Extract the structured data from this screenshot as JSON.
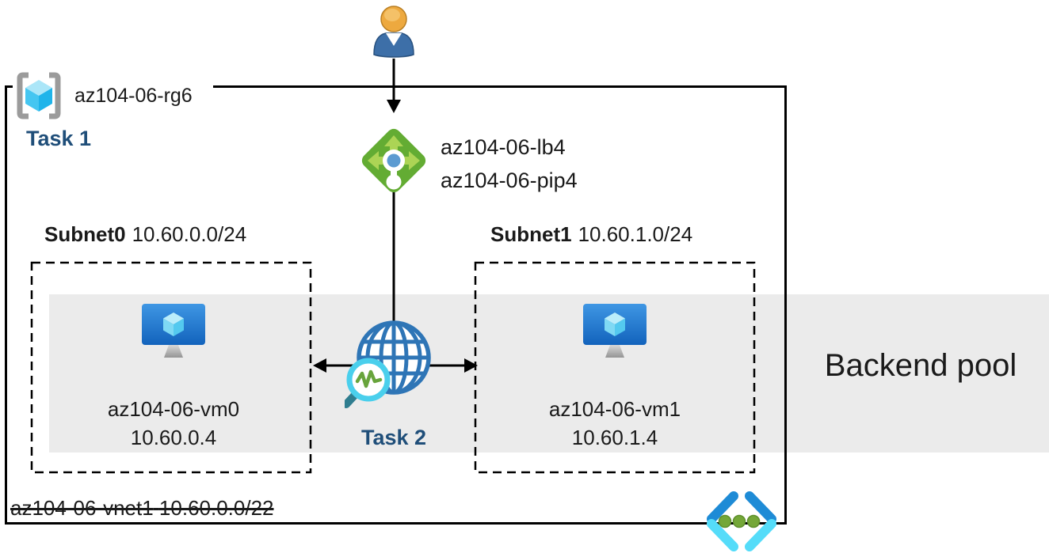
{
  "resource_group": {
    "name": "az104-06-rg6",
    "task": "Task 1"
  },
  "load_balancer": {
    "name": "az104-06-lb4",
    "public_ip": "az104-06-pip4"
  },
  "subnet0": {
    "name": "Subnet0",
    "cidr": "10.60.0.0/24",
    "vm": {
      "name": "az104-06-vm0",
      "ip": "10.60.0.4"
    }
  },
  "subnet1": {
    "name": "Subnet1",
    "cidr": "10.60.1.0/24",
    "vm": {
      "name": "az104-06-vm1",
      "ip": "10.60.1.4"
    }
  },
  "task2": "Task 2",
  "backend_pool": "Backend pool",
  "vnet": {
    "name": "az104-06-vnet1",
    "cidr": "10.60.0.0/22"
  },
  "icons": {
    "resource-group-icon": "gray brackets around cyan 3D cube",
    "user-icon": "person with orange head and blue torso",
    "load-balancer-icon": "green diamond with arrows and probe dots",
    "vm-icon": "blue monitor with cyan cube and gray stand",
    "globe-search-icon": "blue wireframe globe with cyan magnifier and green pulse",
    "virtual-network-icon": "blue angle brackets with three green dots"
  },
  "colors": {
    "backend_band": "#EBEBEB",
    "task_text": "#1F4E79",
    "lb_green": "#63AC33",
    "lb_arrow_green": "#ACD455",
    "lb_dot_blue": "#5C9BD1",
    "vm_screen_blue": "#1F74CC",
    "globe_blue": "#2E75B6",
    "magnifier_cyan": "#4ACFEC",
    "vnet_dark_blue": "#1E8BD6",
    "vnet_cyan": "#55DCF9",
    "vnet_dot_green": "#74A738"
  }
}
